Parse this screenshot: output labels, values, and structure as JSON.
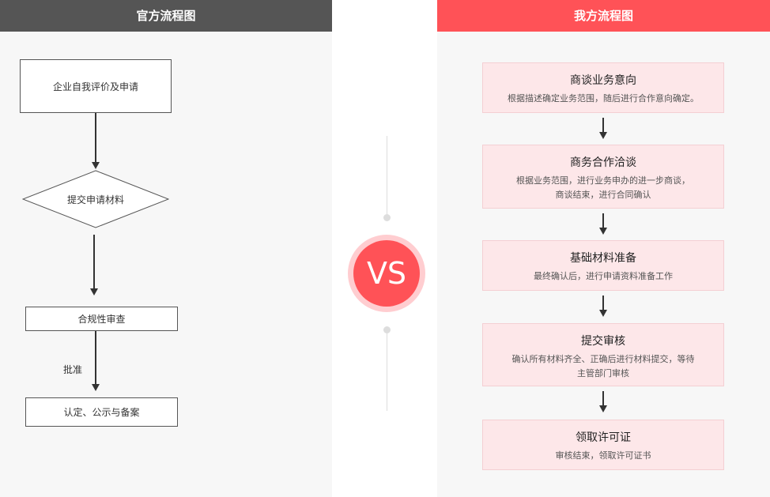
{
  "left": {
    "title": "官方流程图",
    "steps": [
      "企业自我评价及申请",
      "提交申请材料",
      "合规性审查",
      "认定、公示与备案"
    ],
    "edge_label": "批准"
  },
  "vs_label": "VS",
  "right": {
    "title": "我方流程图",
    "steps": [
      {
        "title": "商谈业务意向",
        "desc": [
          "根据描述确定业务范围，随后进行合作意向确定。"
        ]
      },
      {
        "title": "商务合作洽谈",
        "desc": [
          "根据业务范围，进行业务申办的进一步商谈，",
          "商谈结束，进行合同确认"
        ]
      },
      {
        "title": "基础材料准备",
        "desc": [
          "最终确认后，进行申请资料准备工作"
        ]
      },
      {
        "title": "提交审核",
        "desc": [
          "确认所有材料齐全、正确后进行材料提交，等待",
          "主管部门审核"
        ]
      },
      {
        "title": "领取许可证",
        "desc": [
          "审核结束，领取许可证书"
        ]
      }
    ]
  },
  "colors": {
    "left_header": "#555555",
    "right_header": "#ff5257",
    "right_box": "#fde7e9",
    "vs": "#ff5257"
  }
}
